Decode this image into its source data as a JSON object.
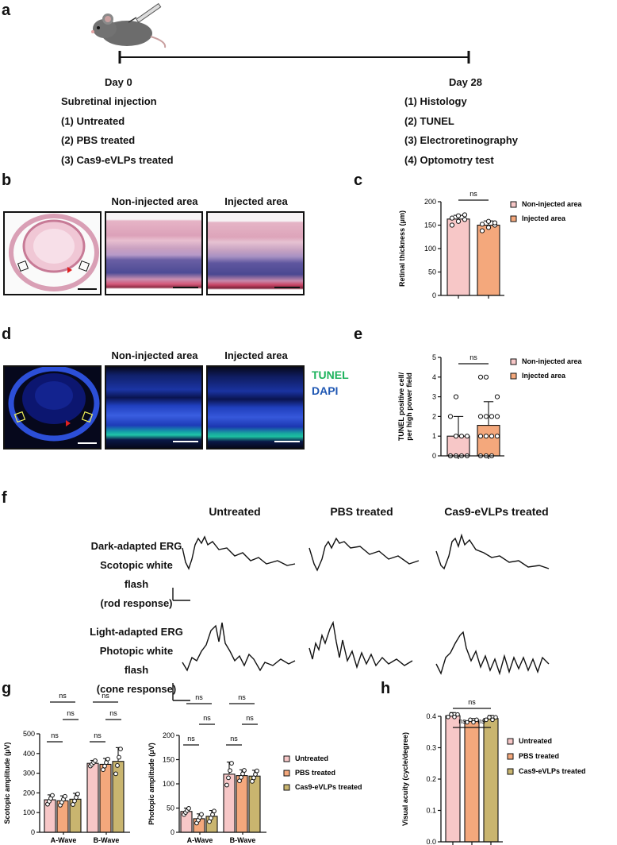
{
  "panel_labels": {
    "a": "a",
    "b": "b",
    "c": "c",
    "d": "d",
    "e": "e",
    "f": "f",
    "g": "g",
    "h": "h"
  },
  "panel_a": {
    "day0": "Day 0",
    "day28": "Day 28",
    "left_list": [
      "Subretinal injection",
      "(1) Untreated",
      "(2) PBS treated",
      "(3) Cas9-eVLPs treated"
    ],
    "right_list": [
      "(1) Histology",
      "(2) TUNEL",
      "(3) Electroretinography",
      "(4) Optomotry test"
    ]
  },
  "panel_b": {
    "non_injected": "Non-injected area",
    "injected": "Injected area"
  },
  "panel_d": {
    "non_injected": "Non-injected area",
    "injected": "Injected area",
    "tunel": "TUNEL",
    "dapi": "DAPI"
  },
  "panel_f": {
    "col1": "Untreated",
    "col2": "PBS treated",
    "col3": "Cas9-eVLPs treated",
    "row1": [
      "Dark-adapted ERG",
      "Scotopic white flash",
      "(rod response)"
    ],
    "row2": [
      "Light-adapted ERG",
      "Photopic white flash",
      "(cone response)"
    ]
  },
  "colors": {
    "pink": "#f7c7c7",
    "orange": "#f4a87c",
    "olive": "#c9b56f",
    "tunel": "#1db35c",
    "dapi": "#1f57b3",
    "red_arrow": "#e02020"
  },
  "chart_data": [
    {
      "id": "c",
      "type": "bar",
      "ylabel": "Retinal thickness (μm)",
      "ylim": [
        0,
        200
      ],
      "yticks": [
        "0",
        "50",
        "100",
        "150",
        "200"
      ],
      "categories": [
        "Non-injected area",
        "Injected area"
      ],
      "values": [
        163,
        150
      ],
      "errors": [
        8,
        9
      ],
      "points": [
        [
          150,
          158,
          162,
          165,
          170,
          172
        ],
        [
          138,
          145,
          150,
          152,
          158,
          155
        ]
      ],
      "sig": [
        "ns"
      ],
      "legend": [
        "Non-injected area",
        "Injected area"
      ],
      "legend_position": "right"
    },
    {
      "id": "e",
      "type": "bar",
      "ylabel": "TUNEL positive cell/ per high power field",
      "ylim": [
        0,
        5
      ],
      "yticks": [
        "0",
        "1",
        "2",
        "3",
        "4",
        "5"
      ],
      "categories": [
        "Non-injected area",
        "Injected area"
      ],
      "values": [
        1.0,
        1.55
      ],
      "errors": [
        1.0,
        1.2
      ],
      "points": [
        [
          0,
          0,
          0,
          0,
          0,
          1,
          1,
          1,
          2,
          3
        ],
        [
          0,
          0,
          0,
          1,
          1,
          1,
          1,
          2,
          2,
          2,
          2,
          3,
          4,
          4
        ]
      ],
      "sig": [
        "ns"
      ],
      "legend": [
        "Non-injected area",
        "Injected area"
      ],
      "legend_position": "right"
    },
    {
      "id": "g1",
      "type": "bar",
      "ylabel": "Scotopic amplitude (μV)",
      "ylim": [
        0,
        500
      ],
      "yticks": [
        "0",
        "100",
        "200",
        "300",
        "400",
        "500"
      ],
      "categories": [
        "A-Wave",
        "B-Wave"
      ],
      "series": [
        {
          "name": "Untreated",
          "values": [
            165,
            350
          ],
          "errors": [
            25,
            15
          ]
        },
        {
          "name": "PBS treated",
          "values": [
            160,
            345
          ],
          "errors": [
            25,
            30
          ]
        },
        {
          "name": "Cas9-eVLPs treated",
          "values": [
            168,
            360
          ],
          "errors": [
            30,
            70
          ]
        }
      ],
      "sig": [
        "ns",
        "ns",
        "ns",
        "ns",
        "ns",
        "ns"
      ]
    },
    {
      "id": "g2",
      "type": "bar",
      "ylabel": "Photopic amplitude (μV)",
      "ylim": [
        0,
        200
      ],
      "yticks": [
        "0",
        "50",
        "100",
        "150",
        "200"
      ],
      "categories": [
        "A-Wave",
        "B-Wave"
      ],
      "series": [
        {
          "name": "Untreated",
          "values": [
            43,
            120
          ],
          "errors": [
            7,
            25
          ]
        },
        {
          "name": "PBS treated",
          "values": [
            28,
            117
          ],
          "errors": [
            10,
            12
          ]
        },
        {
          "name": "Cas9-eVLPs treated",
          "values": [
            33,
            116
          ],
          "errors": [
            12,
            12
          ]
        }
      ],
      "sig": [
        "ns",
        "ns",
        "ns",
        "ns",
        "ns",
        "ns"
      ],
      "legend": [
        "Untreated",
        "PBS treated",
        "Cas9-eVLPs treated"
      ],
      "legend_position": "right"
    },
    {
      "id": "h",
      "type": "bar",
      "ylabel": "Visual acuity (cycle/degree)",
      "ylim": [
        0,
        0.4
      ],
      "yticks": [
        "0.0",
        "0.1",
        "0.2",
        "0.3",
        "0.4"
      ],
      "categories": [
        "Untreated",
        "PBS treated",
        "Cas9-eVLPs treated"
      ],
      "values": [
        0.402,
        0.385,
        0.393
      ],
      "errors": [
        0.01,
        0.008,
        0.01
      ],
      "sig": [
        "ns",
        "ns",
        "ns"
      ],
      "legend": [
        "Untreated",
        "PBS treated",
        "Cas9-eVLPs treated"
      ],
      "legend_position": "right"
    }
  ]
}
